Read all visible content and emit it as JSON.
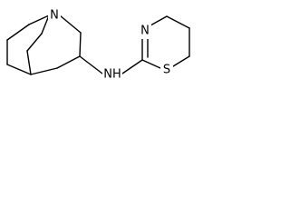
{
  "atoms": {
    "quinuclidine_n": "N",
    "amine_nh": "NH",
    "ring_n": "N",
    "ring_s": "S"
  },
  "colors": {
    "bond": "#000000",
    "label": "#000000",
    "background": "#ffffff"
  }
}
